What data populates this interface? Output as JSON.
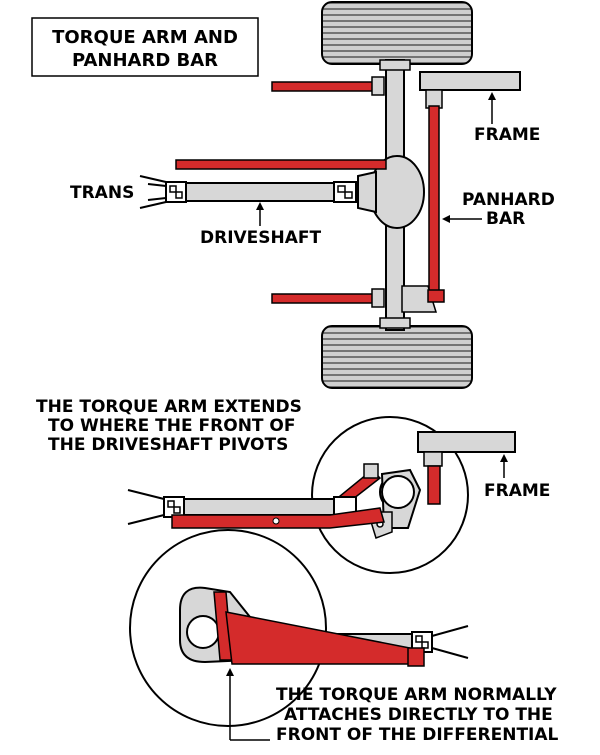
{
  "title": {
    "line1": "TORQUE ARM AND",
    "line2": "PANHARD BAR"
  },
  "labels": {
    "frame_top": "FRAME",
    "trans": "TRANS",
    "panhard_line1": "PANHARD",
    "panhard_line2": "BAR",
    "driveshaft": "DRIVESHAFT",
    "frame_mid": "FRAME"
  },
  "notes": {
    "extends": [
      "THE TORQUE ARM EXTENDS",
      "TO WHERE THE FRONT OF",
      "THE DRIVESHAFT PIVOTS"
    ],
    "attaches": [
      "THE TORQUE ARM  NORMALLY",
      "ATTACHES DIRECTLY TO THE",
      "FRONT OF THE DIFFERENTIAL"
    ]
  },
  "colors": {
    "arm_red": "#d42b2b",
    "part_gray": "#d7d7d7",
    "outline": "#000000"
  }
}
